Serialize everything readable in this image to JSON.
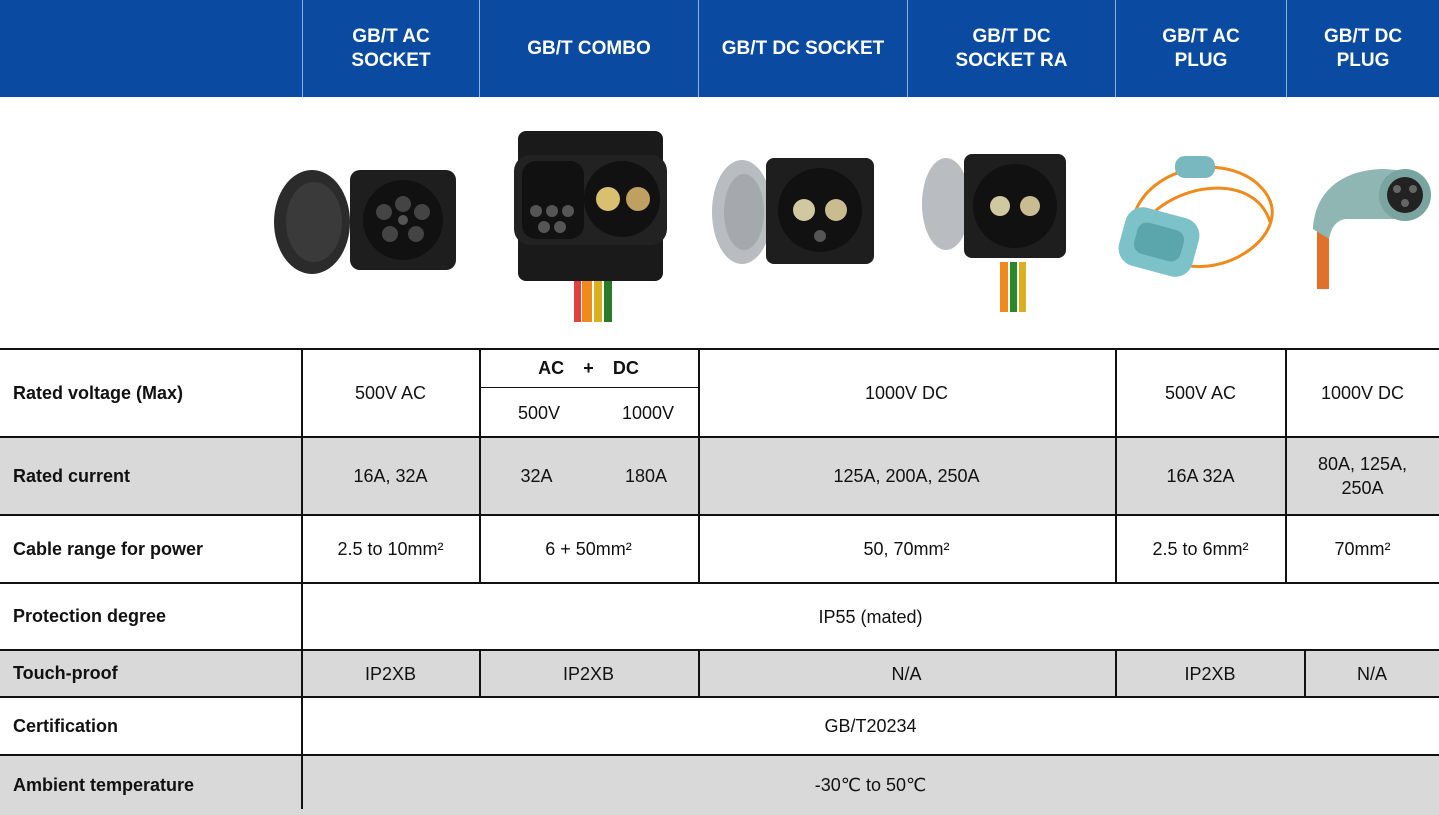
{
  "header": {
    "columns": [
      "",
      "GB/T  AC\nSOCKET",
      "GB/T COMBO",
      "GB/T DC SOCKET",
      "GB/T DC\nSOCKET RA",
      "GB/T AC\nPLUG",
      "GB/T DC\nPLUG"
    ]
  },
  "products": [
    "GB/T AC socket",
    "GB/T combo",
    "GB/T DC socket",
    "GB/T DC socket RA",
    "GB/T AC plug",
    "GB/T DC plug"
  ],
  "rows": {
    "voltage": {
      "label": "Rated voltage (Max)",
      "ac_socket": "500V AC",
      "combo_ac_head": "AC",
      "combo_plus": "+",
      "combo_dc_head": "DC",
      "combo_ac": "500V",
      "combo_dc": "1000V",
      "dc_socket": "1000V DC",
      "ac_plug": "500V AC",
      "dc_plug": "1000V DC"
    },
    "current": {
      "label": "Rated current",
      "ac_socket": "16A, 32A",
      "combo_ac": "32A",
      "combo_dc": "180A",
      "dc_socket": "125A, 200A, 250A",
      "ac_plug": "16A 32A",
      "dc_plug": "80A, 125A,\n250A"
    },
    "cable": {
      "label": "Cable range for power",
      "ac_socket": "2.5 to 10mm²",
      "combo": "6 + 50mm²",
      "dc_socket": "50, 70mm²",
      "ac_plug": "2.5 to 6mm²",
      "dc_plug": "70mm²"
    },
    "protection": {
      "label": "Protection degree",
      "value": "IP55 (mated)"
    },
    "touch": {
      "label": "Touch-proof",
      "ac_socket": "IP2XB",
      "combo": "IP2XB",
      "dc_socket": "N/A",
      "ac_plug": "IP2XB",
      "dc_plug": "N/A"
    },
    "cert": {
      "label": "Certification",
      "value": "GB/T20234"
    },
    "ambient": {
      "label": "Ambient temperature",
      "value": "-30℃ to 50℃"
    }
  },
  "colors": {
    "header_bg": "#0a4aa0",
    "row_gray": "#d9d9d9"
  }
}
